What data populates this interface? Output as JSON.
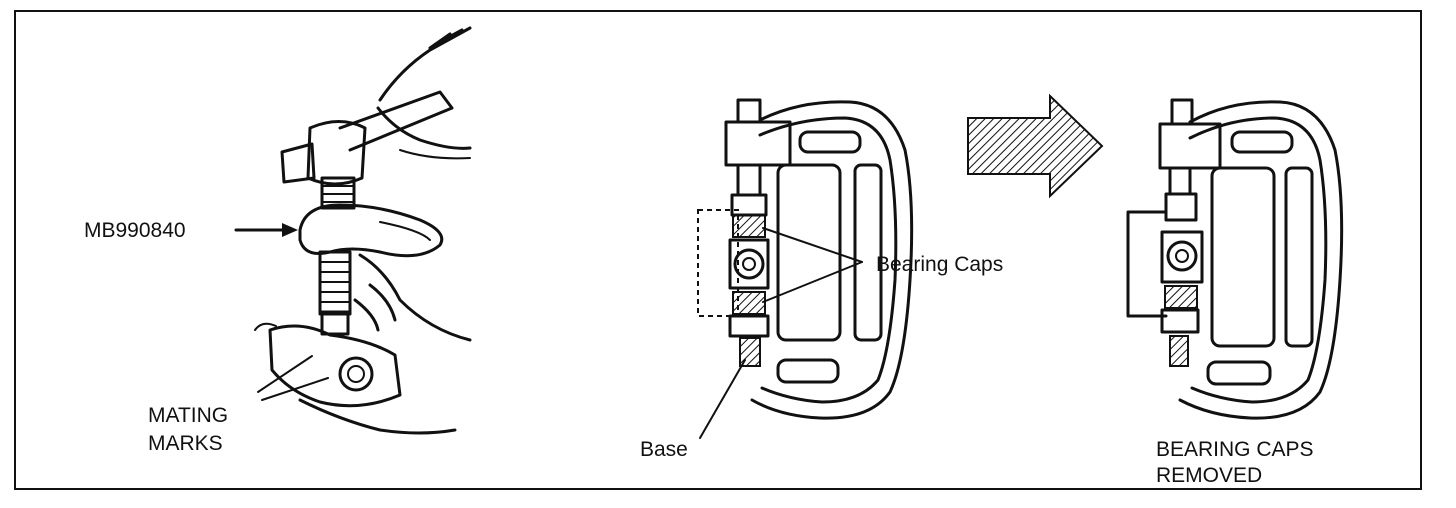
{
  "labels": {
    "tool_code": "MB990840",
    "mating_marks_line1": "MATING",
    "mating_marks_line2": "MARKS",
    "bearing_caps": "Bearing Caps",
    "base": "Base",
    "removed_line1": "BEARING CAPS",
    "removed_line2": "REMOVED"
  },
  "icons": {
    "process_arrow": "right-arrow-icon"
  },
  "colors": {
    "ink": "#111111",
    "background": "#ffffff"
  }
}
